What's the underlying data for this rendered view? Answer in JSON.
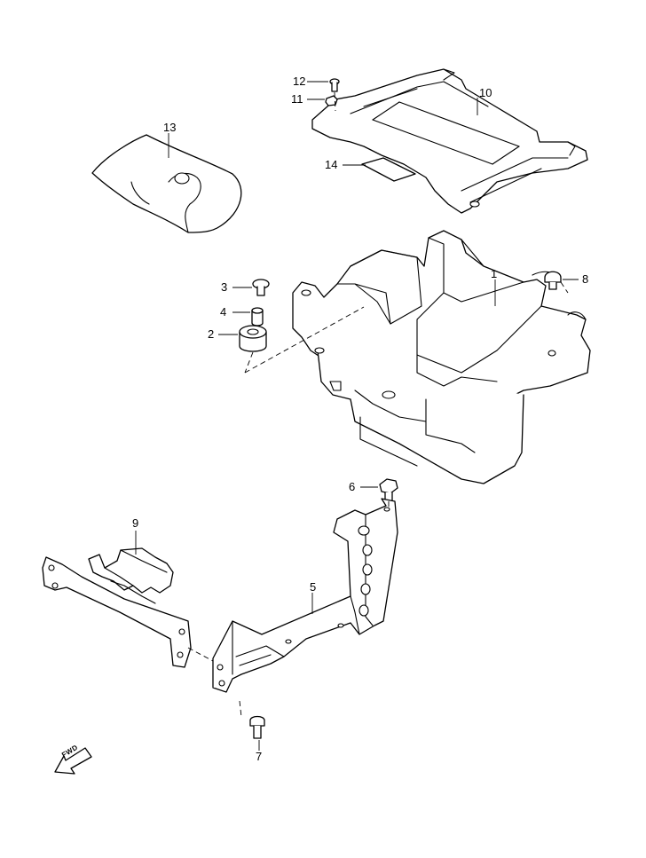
{
  "diagram": {
    "callouts": [
      {
        "id": "c1",
        "label": "1"
      },
      {
        "id": "c2",
        "label": "2"
      },
      {
        "id": "c3",
        "label": "3"
      },
      {
        "id": "c4",
        "label": "4"
      },
      {
        "id": "c5",
        "label": "5"
      },
      {
        "id": "c6",
        "label": "6"
      },
      {
        "id": "c7",
        "label": "7"
      },
      {
        "id": "c8",
        "label": "8"
      },
      {
        "id": "c9",
        "label": "9"
      },
      {
        "id": "c10",
        "label": "10"
      },
      {
        "id": "c11",
        "label": "11"
      },
      {
        "id": "c12",
        "label": "12"
      },
      {
        "id": "c13",
        "label": "13"
      },
      {
        "id": "c14",
        "label": "14"
      }
    ],
    "direction_marker": {
      "text": "FWD",
      "icon": "forward-arrow-icon"
    },
    "line_color": "#000000",
    "background": "#ffffff"
  }
}
